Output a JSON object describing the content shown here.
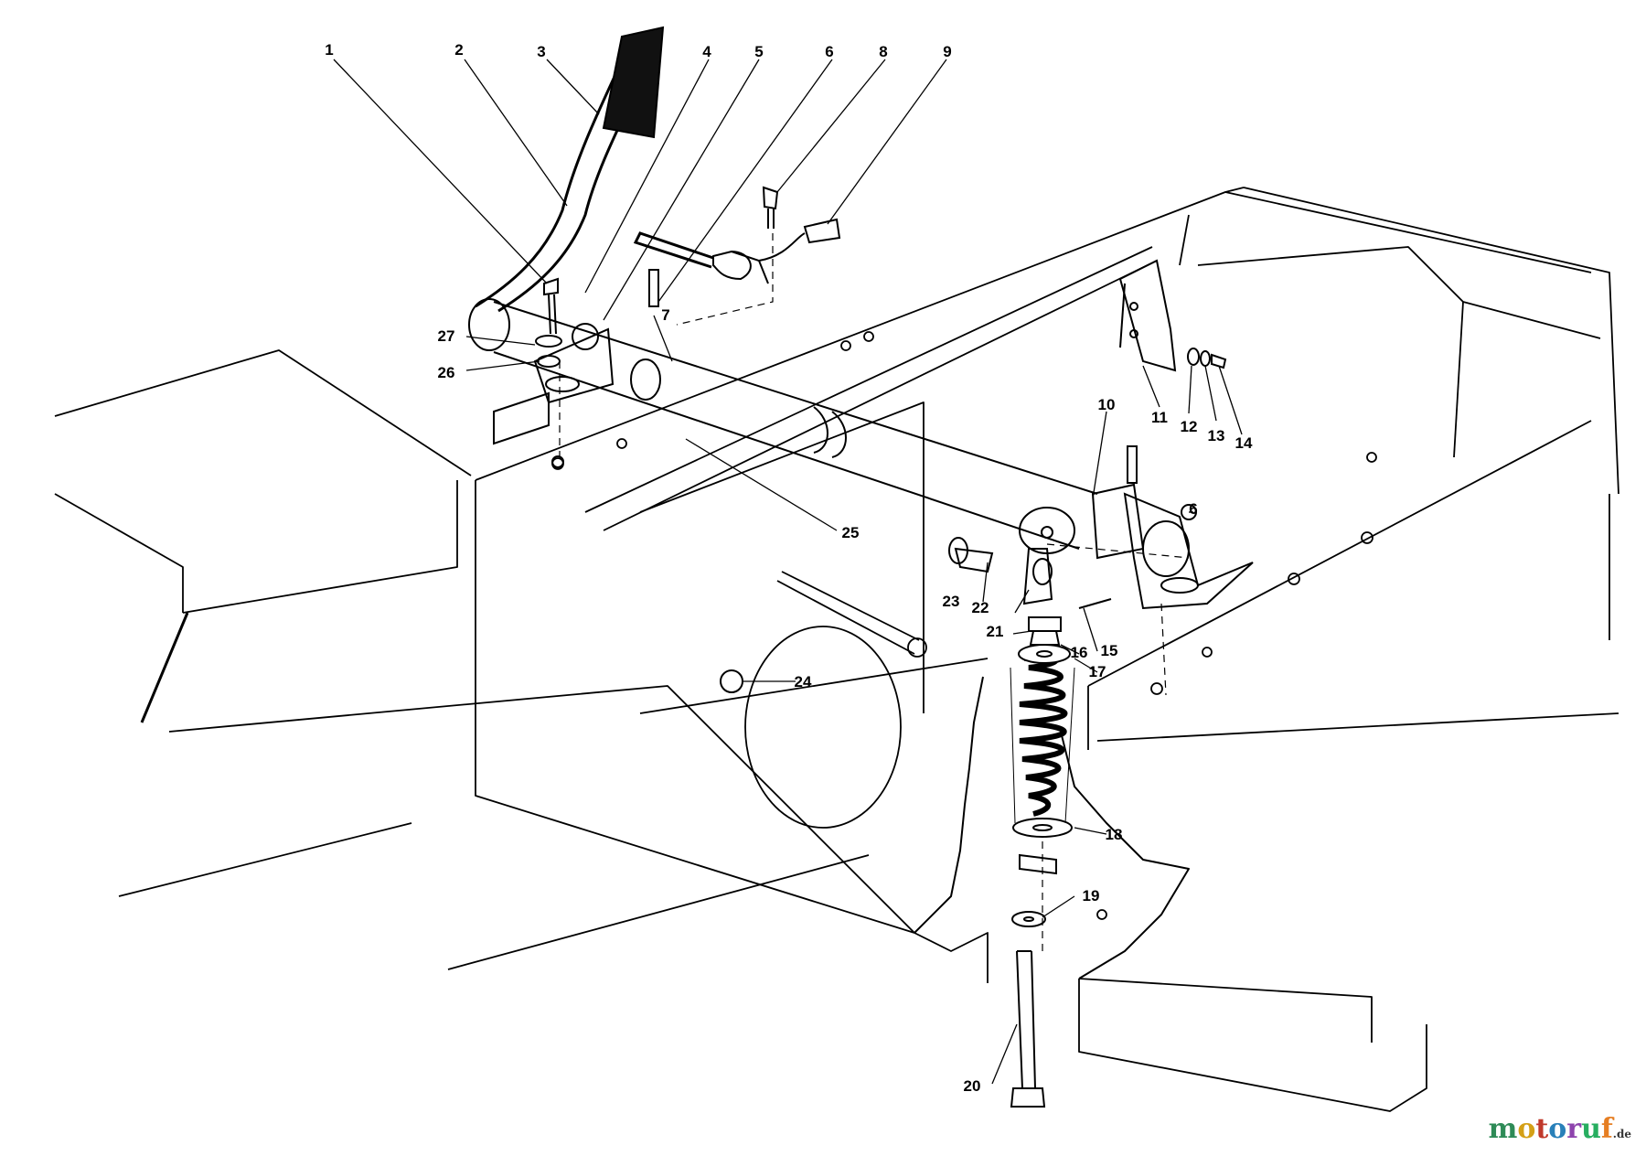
{
  "callouts": [
    {
      "id": "1",
      "label": "1"
    },
    {
      "id": "2",
      "label": "2"
    },
    {
      "id": "3",
      "label": "3"
    },
    {
      "id": "4",
      "label": "4"
    },
    {
      "id": "5",
      "label": "5"
    },
    {
      "id": "6",
      "label": "6"
    },
    {
      "id": "8",
      "label": "8"
    },
    {
      "id": "9",
      "label": "9"
    },
    {
      "id": "7",
      "label": "7"
    },
    {
      "id": "27",
      "label": "27"
    },
    {
      "id": "26",
      "label": "26"
    },
    {
      "id": "10",
      "label": "10"
    },
    {
      "id": "11",
      "label": "11"
    },
    {
      "id": "12",
      "label": "12"
    },
    {
      "id": "13",
      "label": "13"
    },
    {
      "id": "14",
      "label": "14"
    },
    {
      "id": "25",
      "label": "25"
    },
    {
      "id": "6b",
      "label": "6"
    },
    {
      "id": "23",
      "label": "23"
    },
    {
      "id": "22",
      "label": "22"
    },
    {
      "id": "21",
      "label": "21"
    },
    {
      "id": "16",
      "label": "16"
    },
    {
      "id": "15",
      "label": "15"
    },
    {
      "id": "17",
      "label": "17"
    },
    {
      "id": "24",
      "label": "24"
    },
    {
      "id": "18",
      "label": "18"
    },
    {
      "id": "19",
      "label": "19"
    },
    {
      "id": "20",
      "label": "20"
    }
  ],
  "watermark": {
    "letters": [
      {
        "ch": "m",
        "color": "#2e8b57"
      },
      {
        "ch": "o",
        "color": "#d4a017"
      },
      {
        "ch": "t",
        "color": "#c0392b"
      },
      {
        "ch": "o",
        "color": "#2980b9"
      },
      {
        "ch": "r",
        "color": "#8e44ad"
      },
      {
        "ch": "u",
        "color": "#27ae60"
      },
      {
        "ch": "f",
        "color": "#e67e22"
      }
    ],
    "suffix": ".de"
  },
  "colors": {
    "ink": "#000000",
    "paper": "#ffffff"
  }
}
